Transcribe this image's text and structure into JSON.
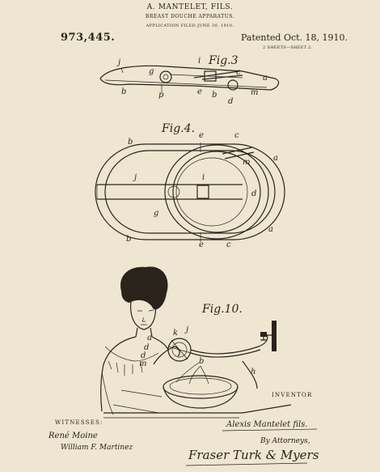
{
  "header": {
    "inventor": "A. MANTELET, FILS.",
    "title": "BREAST DOUCHE APPARATUS.",
    "filed": "APPLICATION FILED JUNE 30, 1910.",
    "patent_number": "973,445.",
    "patented": "Patented Oct. 18, 1910.",
    "sheets": "2 SHEETS—SHEET 2."
  },
  "figures": {
    "fig3": {
      "title": "Fig.3",
      "labels": [
        "j",
        "g",
        "i",
        "c",
        "a",
        "b",
        "p",
        "e",
        "b",
        "d",
        "m"
      ]
    },
    "fig4": {
      "title": "Fig.4.",
      "labels": [
        "b",
        "e",
        "c",
        "a",
        "m",
        "j",
        "i",
        "d",
        "g",
        "a",
        "b",
        "e",
        "c"
      ]
    },
    "fig10": {
      "title": "Fig.10.",
      "labels": [
        "a",
        "k",
        "j",
        "d",
        "d",
        "m",
        "b",
        "h"
      ]
    }
  },
  "footer": {
    "witnesses_heading": "WITNESSES:",
    "witness1": "René Moine",
    "witness2": "William F. Martinez",
    "inventor_heading": "INVENTOR",
    "inventor_signature": "Alexis Mantelet fils.",
    "by_attorneys": "By Attorneys,",
    "attorneys_signature": "Fraser Turk & Myers"
  }
}
